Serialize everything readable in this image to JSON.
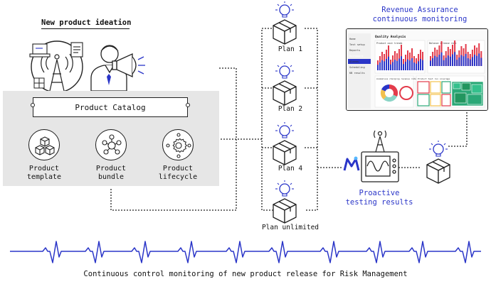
{
  "ideation": {
    "title": "New product ideation"
  },
  "catalog": {
    "title": "Product Catalog",
    "items": [
      {
        "label_line1": "Product",
        "label_line2": "template"
      },
      {
        "label_line1": "Product",
        "label_line2": "bundle"
      },
      {
        "label_line1": "Product",
        "label_line2": "lifecycle"
      }
    ]
  },
  "plans": [
    "Plan 1",
    "Plan 2",
    "Plan 4",
    "Plan unlimited"
  ],
  "revenue": {
    "title_line1": "Revenue Assurance",
    "title_line2": "continuous monitoring",
    "dashboard_title": "Quality Analysis",
    "sidebar_items": [
      "Home",
      "Test setup",
      "Reports",
      "Dashboard",
      "Alarms",
      "Scheduling",
      "KB results"
    ],
    "panel_titles": [
      "Product cost trends",
      "Balance release rate",
      "Anomalous charging revenue rate",
      "Product test run coverage"
    ]
  },
  "proactive": {
    "line1": "Proactive",
    "line2": "testing results"
  },
  "caption": "Continuous control monitoring of new product release for Risk Management",
  "colors": {
    "accent_blue": "#2a35c8",
    "panel_gray": "#e6e6e6"
  }
}
